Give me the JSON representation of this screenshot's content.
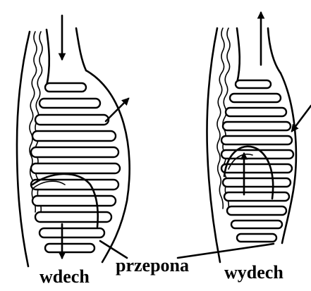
{
  "labels": {
    "inhale": "wdech",
    "diaphragm": "przepona",
    "exhale": "wydech"
  },
  "diagram": {
    "panels": [
      {
        "name": "inhale",
        "air_flow": "in",
        "chest_motion": "out",
        "diaphragm": "down",
        "rib_count": 11
      },
      {
        "name": "exhale",
        "air_flow": "out",
        "chest_motion": "in",
        "diaphragm": "up",
        "rib_count": 12
      }
    ]
  }
}
